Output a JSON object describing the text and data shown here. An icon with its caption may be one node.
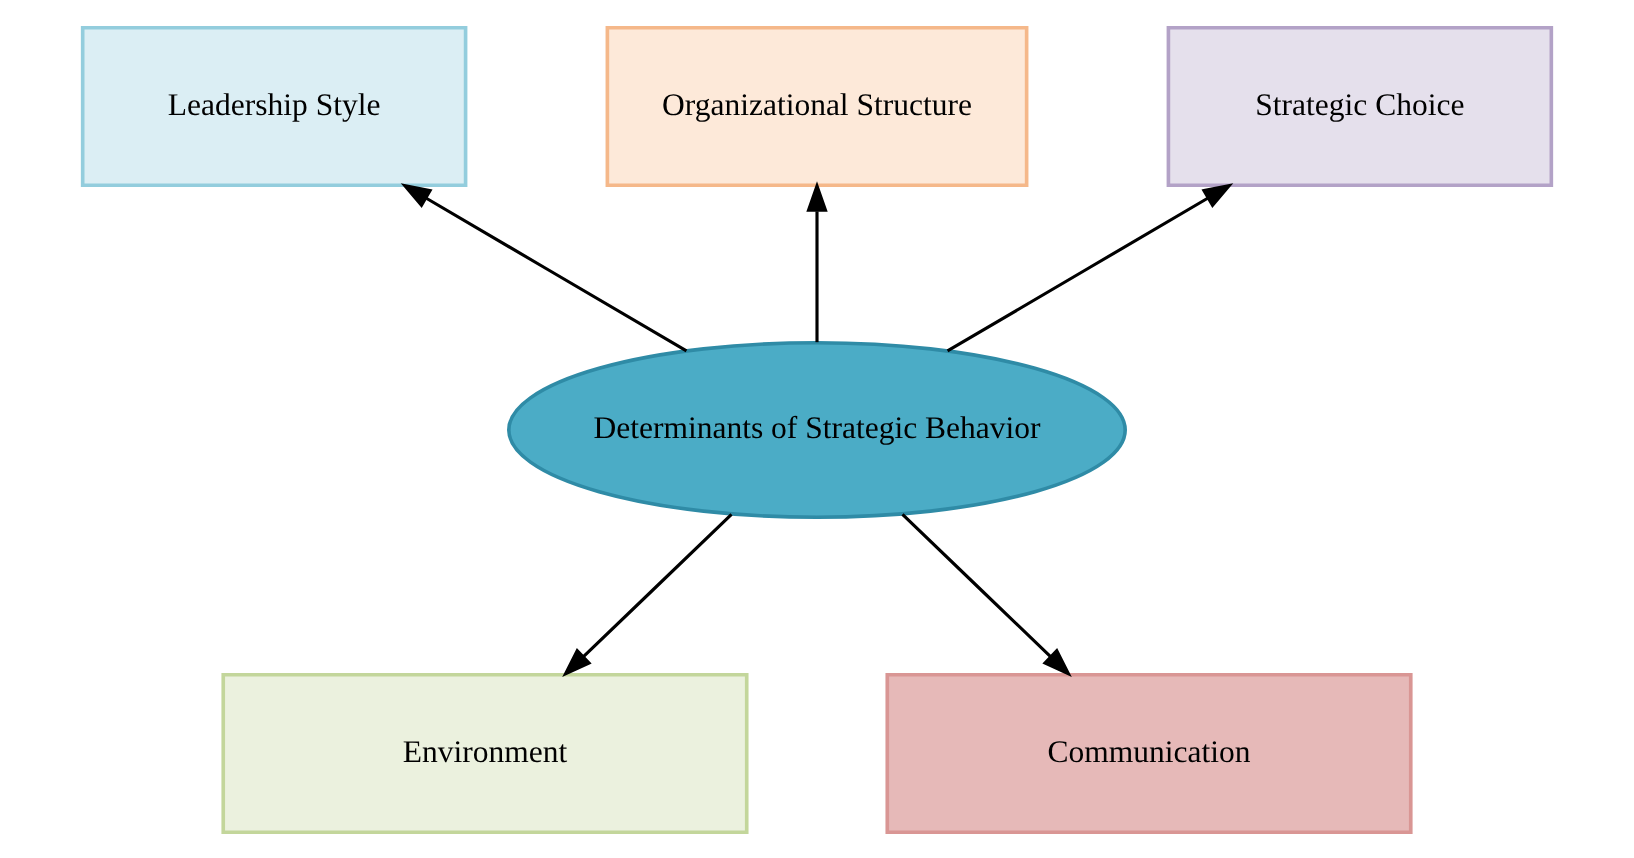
{
  "diagram": {
    "nodes": [
      {
        "text": [
          "Determinants of Strategic Behavior"
        ]
      },
      {
        "text": [
          "Leadership Style"
        ]
      },
      {
        "text": [
          "Organizational Structure"
        ]
      },
      {
        "text": [
          "Strategic Choice"
        ]
      },
      {
        "text": [
          "Environment"
        ]
      },
      {
        "text": [
          "Communication"
        ]
      }
    ],
    "edges": [
      {
        "from": 0,
        "to": 1,
        "arrow": "to"
      },
      {
        "from": 0,
        "to": 2,
        "arrow": "to"
      },
      {
        "from": 0,
        "to": 3,
        "arrow": "to"
      },
      {
        "from": 0,
        "to": 4,
        "arrow": "to"
      },
      {
        "from": 0,
        "to": 5,
        "arrow": "to"
      }
    ]
  }
}
